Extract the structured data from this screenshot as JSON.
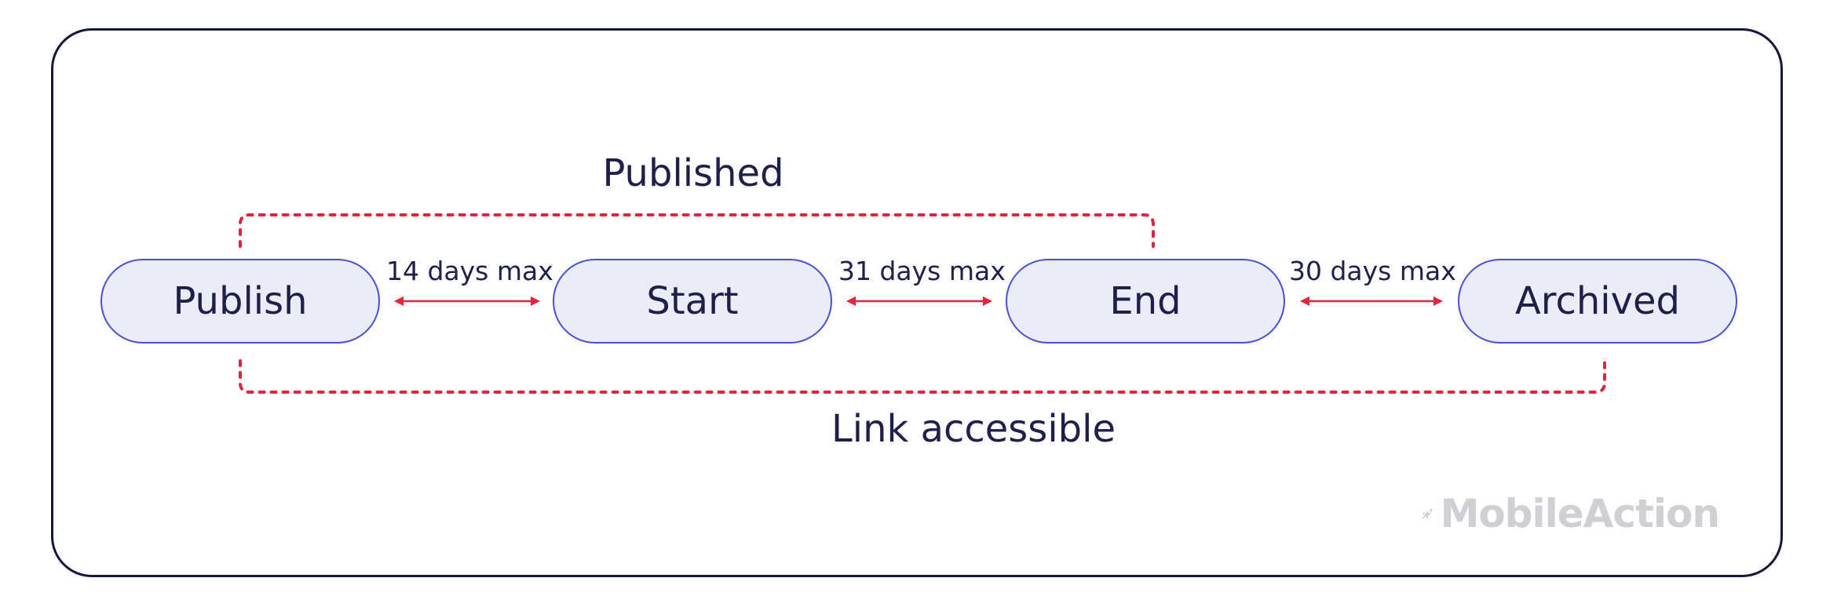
{
  "nodes": [
    {
      "id": "publish",
      "label": "Publish"
    },
    {
      "id": "start",
      "label": "Start"
    },
    {
      "id": "end",
      "label": "End"
    },
    {
      "id": "archived",
      "label": "Archived"
    }
  ],
  "intervals": [
    {
      "from": "publish",
      "to": "start",
      "label": "14 days max"
    },
    {
      "from": "start",
      "to": "end",
      "label": "31 days max"
    },
    {
      "from": "end",
      "to": "archived",
      "label": "30 days max"
    }
  ],
  "brackets": {
    "published": {
      "label": "Published",
      "from": "publish",
      "to": "end"
    },
    "link_accessible": {
      "label": "Link accessible",
      "from": "publish",
      "to": "archived"
    }
  },
  "colors": {
    "node_fill": "#ececf7",
    "node_border": "#4650d2",
    "text": "#1e1f4b",
    "accent": "#e0243d",
    "frame": "#16163a",
    "logo": "#cfcfd4"
  },
  "logo": {
    "text": "MobileAction",
    "icon": "rocket-icon"
  }
}
